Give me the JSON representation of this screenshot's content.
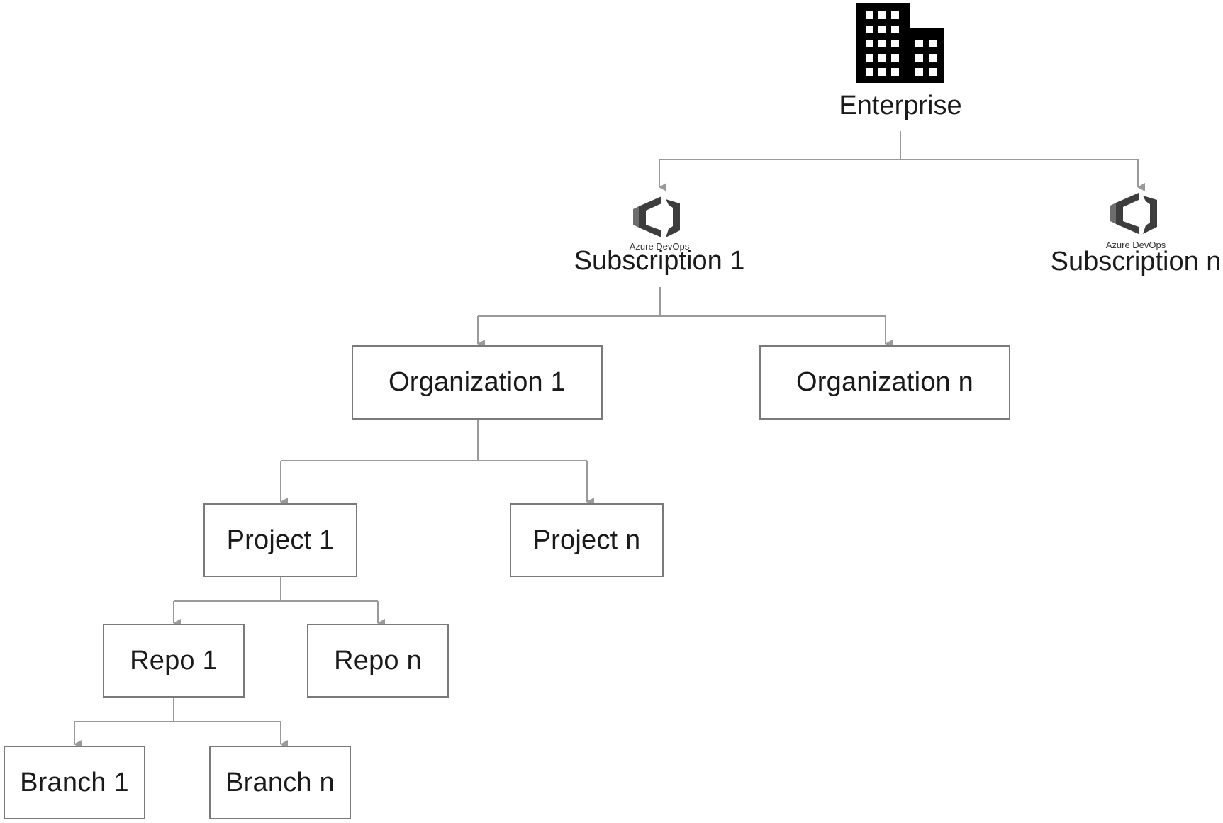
{
  "diagram": {
    "root": {
      "label": "Enterprise",
      "icon": "building-icon"
    },
    "subscriptions": [
      {
        "label": "Subscription 1",
        "caption": "Azure DevOps",
        "icon": "azure-devops-icon"
      },
      {
        "label": "Subscription n",
        "caption": "Azure DevOps",
        "icon": "azure-devops-icon"
      }
    ],
    "organizations": [
      {
        "label": "Organization 1"
      },
      {
        "label": "Organization n"
      }
    ],
    "projects": [
      {
        "label": "Project 1"
      },
      {
        "label": "Project n"
      }
    ],
    "repos": [
      {
        "label": "Repo 1"
      },
      {
        "label": "Repo n"
      }
    ],
    "branches": [
      {
        "label": "Branch 1"
      },
      {
        "label": "Branch n"
      }
    ],
    "colors": {
      "connector": "#9a9a9a",
      "box_border": "#7a7a7a",
      "icon": "#000000",
      "text": "#1a1a1a"
    }
  }
}
